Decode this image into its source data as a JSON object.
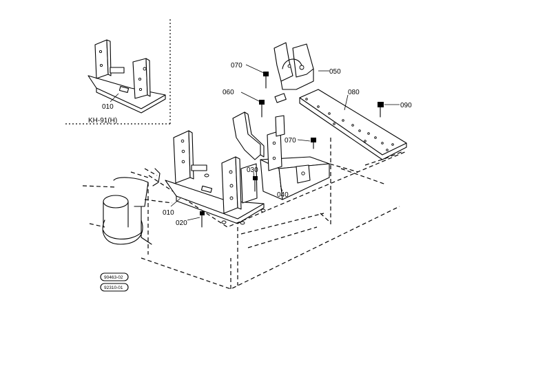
{
  "diagram": {
    "inset_caption": "KH-91(H)",
    "callouts": {
      "inset_010": "010",
      "p010": "010",
      "p020": "020",
      "p030": "030",
      "p040": "040",
      "p050": "050",
      "p060": "060",
      "p070_top": "070",
      "p070_mid": "070",
      "p080": "080",
      "p090": "090"
    },
    "refs": [
      "90463-02",
      "92310-01"
    ]
  }
}
